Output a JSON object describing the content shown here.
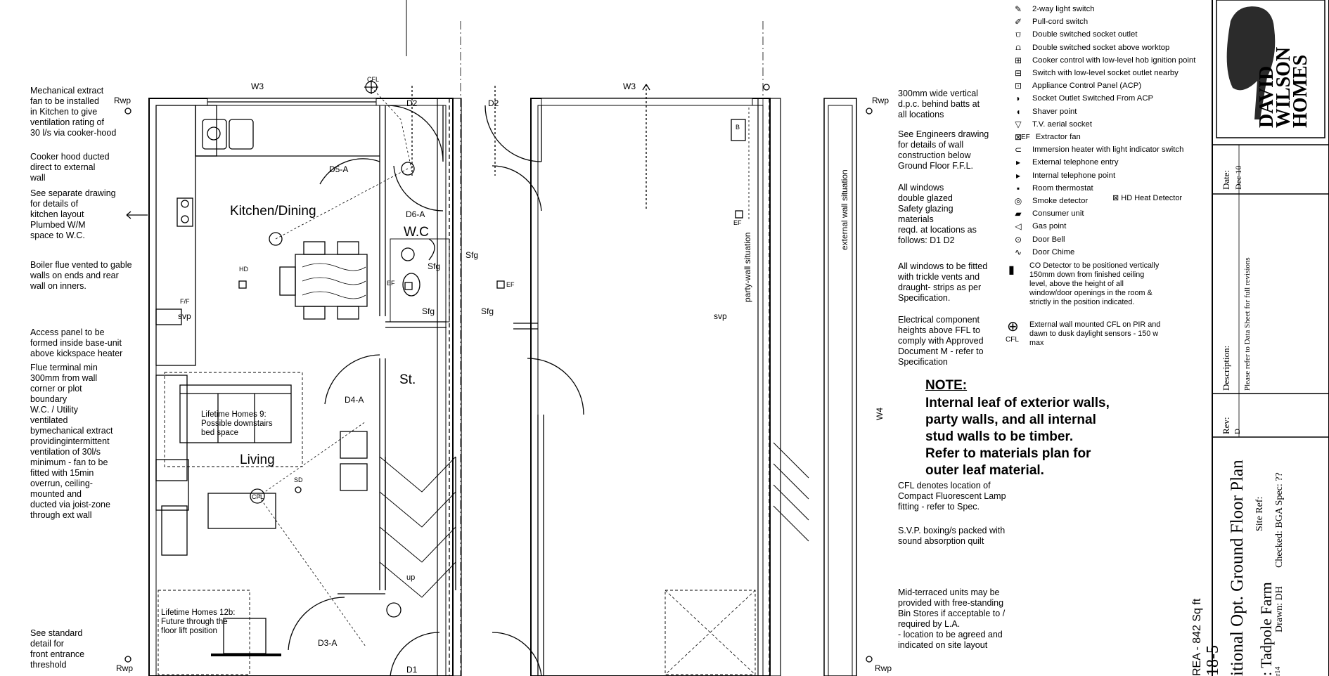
{
  "left_notes": [
    {
      "id": "extract_fan",
      "text": "Mechanical extract\nfan to be installed\nin Kitchen to give\nventilation rating of\n30 l/s  via cooker-hood"
    },
    {
      "id": "cooker_hood",
      "text": "Cooker hood ducted\ndirect to external\nwall"
    },
    {
      "id": "separate_drawing",
      "text": "See separate drawing\nfor  details of\nkitchen layout\nPlumbed W/M\nspace to W.C."
    },
    {
      "id": "boiler_flue",
      "text": "Boiler flue vented to gable\nwalls on ends and rear\nwall on inners."
    },
    {
      "id": "access_panel",
      "text": "Access panel to be\nformed inside base-unit\nabove kickspace heater"
    },
    {
      "id": "flue_terminal",
      "text": "Flue terminal min\n300mm from wall\ncorner or plot\nboundary\nW.C. / Utility\nventilated\nbymechanical extract\nprovidingintermittent\nventilation of 30l/s\nminimum - fan to be\nfitted with 15min\noverrun, ceiling-\nmounted and\nducted via joist-zone\nthrough ext wall"
    },
    {
      "id": "standard_detail",
      "text": "See standard\ndetail for\nfront entrance\nthreshold"
    }
  ],
  "right_notes": [
    {
      "id": "vertical_dpc",
      "text": "300mm wide vertical\nd.p.c. behind batts at\nall locations"
    },
    {
      "id": "engineers",
      "text": "See Engineers drawing\nfor details of wall\nconstruction below\nGround Floor F.F.L."
    },
    {
      "id": "windows_glazed",
      "text": "All windows\ndouble glazed\nSafety glazing\nmaterials\nreqd. at locations as\nfollows: D1 D2"
    },
    {
      "id": "trickle_vents",
      "text": "All windows to be fitted\nwith trickle vents and\ndraught- strips as per\nSpecification."
    },
    {
      "id": "electrical",
      "text": "Electrical component\nheights above FFL to\ncomply with Approved\nDocument M - refer to\nSpecification"
    },
    {
      "id": "cfl",
      "text": "CFL denotes location of\nCompact Fluorescent Lamp\nfitting - refer to Spec."
    },
    {
      "id": "svp_boxing",
      "text": "S.V.P. boxing/s packed with\nsound absorption quilt"
    },
    {
      "id": "bin_stores",
      "text": "Mid-terraced units may be\nprovided with free-standing\nBin Stores if acceptable to /\nrequired by L.A.\n - location to be agreed and\n   indicated on site layout"
    }
  ],
  "note_heading": "NOTE:",
  "note_body": "Internal leaf of exterior walls,\nparty walls, and all internal\nstud walls to be timber.\nRefer to materials plan for\nouter leaf material.",
  "rooms": {
    "kitchen": "Kitchen/Dining",
    "wc": "W.C",
    "store": "St.",
    "living": "Living",
    "lifetime9": "Lifetime Homes 9:\nPossible downstairs\nbed space",
    "lifetime12b": "Lifetime Homes 12b:\nFuture through the\nfloor lift position"
  },
  "plan_labels": {
    "w3_left": "W3",
    "w3_right": "W3",
    "w4": "W4",
    "d2_a": "D2",
    "d2_b": "D2",
    "d1": "D1",
    "d5a": "D5-A",
    "d6a": "D6-A",
    "d4a": "D4-A",
    "d3a": "D3-A",
    "rwp_tl": "Rwp",
    "rwp_bl": "Rwp",
    "rwp_tr": "Rwp",
    "rwp_br": "Rwp",
    "sfg_1": "Sfg",
    "sfg_2": "Sfg",
    "sfg_3": "Sfg",
    "sfg_4": "Sfg",
    "svp_left": "svp",
    "svp_right": "svp",
    "ef_1": "EF",
    "ef_2": "EF",
    "ef_3": "EF",
    "hd": "HD",
    "sd": "SD",
    "cfl_top": "CFL",
    "cfl_living": "CFL",
    "ff": "F/F",
    "up": "up",
    "b": "B",
    "party_wall": "party-wall situation",
    "external_wall": "external wall situation"
  },
  "legend": [
    {
      "icon": "2way-switch-icon",
      "glyph": "✎",
      "label": "2-way light switch"
    },
    {
      "icon": "pull-cord-icon",
      "glyph": "✐",
      "label": "Pull-cord switch"
    },
    {
      "icon": "double-socket-icon",
      "glyph": "⩌",
      "label": "Double switched socket outlet"
    },
    {
      "icon": "worktop-socket-icon",
      "glyph": "⩍",
      "label": "Double switched socket above worktop"
    },
    {
      "icon": "cooker-control-icon",
      "glyph": "⊞",
      "label": "Cooker control with low-level hob ignition point"
    },
    {
      "icon": "switch-socket-icon",
      "glyph": "⊟",
      "label": "Switch with low-level socket outlet nearby"
    },
    {
      "icon": "acp-icon",
      "glyph": "⊡",
      "label": "Appliance Control Panel (ACP)"
    },
    {
      "icon": "socket-acp-icon",
      "glyph": "◗",
      "label": "Socket Outlet Switched From ACP"
    },
    {
      "icon": "shaver-icon",
      "glyph": "◖",
      "label": "Shaver point"
    },
    {
      "icon": "tv-aerial-icon",
      "glyph": "▽",
      "label": "T.V. aerial socket"
    },
    {
      "icon": "extractor-icon",
      "glyph": "⊠",
      "label": "Extractor fan",
      "prefix": "EF"
    },
    {
      "icon": "immersion-icon",
      "glyph": "⊂",
      "label": "Immersion heater with light indicator switch"
    },
    {
      "icon": "ext-phone-icon",
      "glyph": "▸",
      "label": "External telephone entry"
    },
    {
      "icon": "int-phone-icon",
      "glyph": "▸",
      "label": "Internal telephone point"
    },
    {
      "icon": "thermostat-icon",
      "glyph": "▪",
      "label": "Room thermostat"
    },
    {
      "icon": "smoke-detector-icon",
      "glyph": "◎",
      "label": "Smoke detector"
    },
    {
      "icon": "consumer-unit-icon",
      "glyph": "▰",
      "label": "Consumer unit"
    },
    {
      "icon": "gas-point-icon",
      "glyph": "◁",
      "label": "Gas point"
    },
    {
      "icon": "door-bell-icon",
      "glyph": "⊙",
      "label": "Door Bell"
    },
    {
      "icon": "door-chime-icon",
      "glyph": "∿",
      "label": "Door Chime"
    }
  ],
  "heat_detector": {
    "prefix": "HD",
    "label": "Heat Detector"
  },
  "co_detector": "CO Detector to be positioned vertically\n150mm down from finished ceiling\nlevel, above the height of all\nwindow/door openings in the room &\nstrictly in the position indicated.",
  "cfl_legend": {
    "label": "External wall mounted CFL on PIR and\ndawn to dusk daylight sensors - 150 w\nmax",
    "tag": "CFL"
  },
  "title_block": {
    "brand_lines": [
      "DAVID",
      "WILSON",
      "HOMES"
    ],
    "date_label": "Date:",
    "date_value": "Dec 10",
    "desc_label": "Description:",
    "desc_value": "Please refer to Data Sheet for full revisions",
    "rev_label": "Rev:",
    "rev_value": "D",
    "title": "itional Opt. Ground Floor Plan",
    "site_ref": "Site Ref:",
    "site": ": Tadpole Farm",
    "drawn": "Drawn: DH",
    "checked": "Checked: BGA Spec: ??",
    "area": "REA - 842 Sq ft",
    "plan_code": "18-5",
    "small": "r14"
  }
}
